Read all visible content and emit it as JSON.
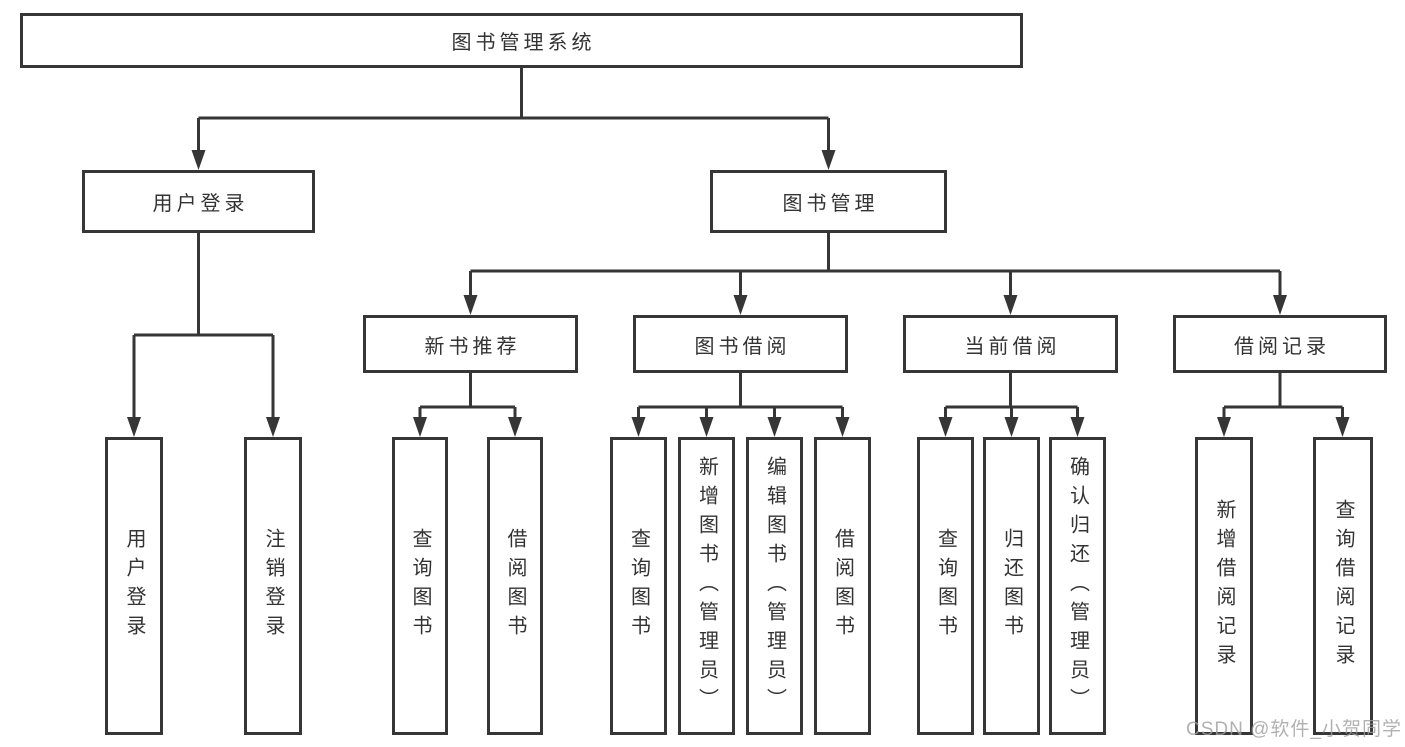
{
  "tree": {
    "root": {
      "label": "图书管理系统"
    },
    "branches": [
      {
        "label": "用户登录",
        "children": [
          {
            "label": "用户登录"
          },
          {
            "label": "注销登录"
          }
        ]
      },
      {
        "label": "图书管理",
        "groups": [
          {
            "label": "新书推荐",
            "children": [
              {
                "label": "查询图书"
              },
              {
                "label": "借阅图书"
              }
            ]
          },
          {
            "label": "图书借阅",
            "children": [
              {
                "label": "查询图书"
              },
              {
                "label": "新增图书（管理员）"
              },
              {
                "label": "编辑图书（管理员）"
              },
              {
                "label": "借阅图书"
              }
            ]
          },
          {
            "label": "当前借阅",
            "children": [
              {
                "label": "查询图书"
              },
              {
                "label": "归还图书"
              },
              {
                "label": "确认归还（管理员）"
              }
            ]
          },
          {
            "label": "借阅记录",
            "children": [
              {
                "label": "新增借阅记录"
              },
              {
                "label": "查询借阅记录"
              }
            ]
          }
        ]
      }
    ]
  },
  "watermark": {
    "text": "CSDN @软件_小贺同学"
  },
  "colors": {
    "line": "#363636",
    "box_border": "#363636",
    "text": "#333333",
    "watermark": "#9e9e9e",
    "background": "#ffffff"
  }
}
